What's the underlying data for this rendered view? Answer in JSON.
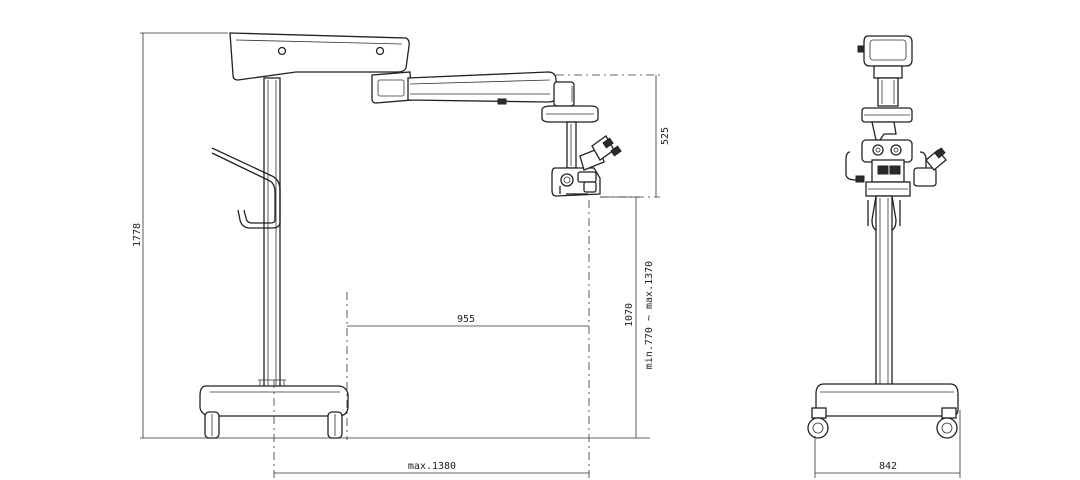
{
  "dimensions": {
    "total_height": "1778",
    "arm_drop": "525",
    "arm_reach": "955",
    "working_height": "1070",
    "height_range": "min.770 ~ max.1370",
    "max_reach": "max.1380",
    "base_width": "842"
  },
  "colors": {
    "line": "#222222",
    "background": "#ffffff"
  }
}
